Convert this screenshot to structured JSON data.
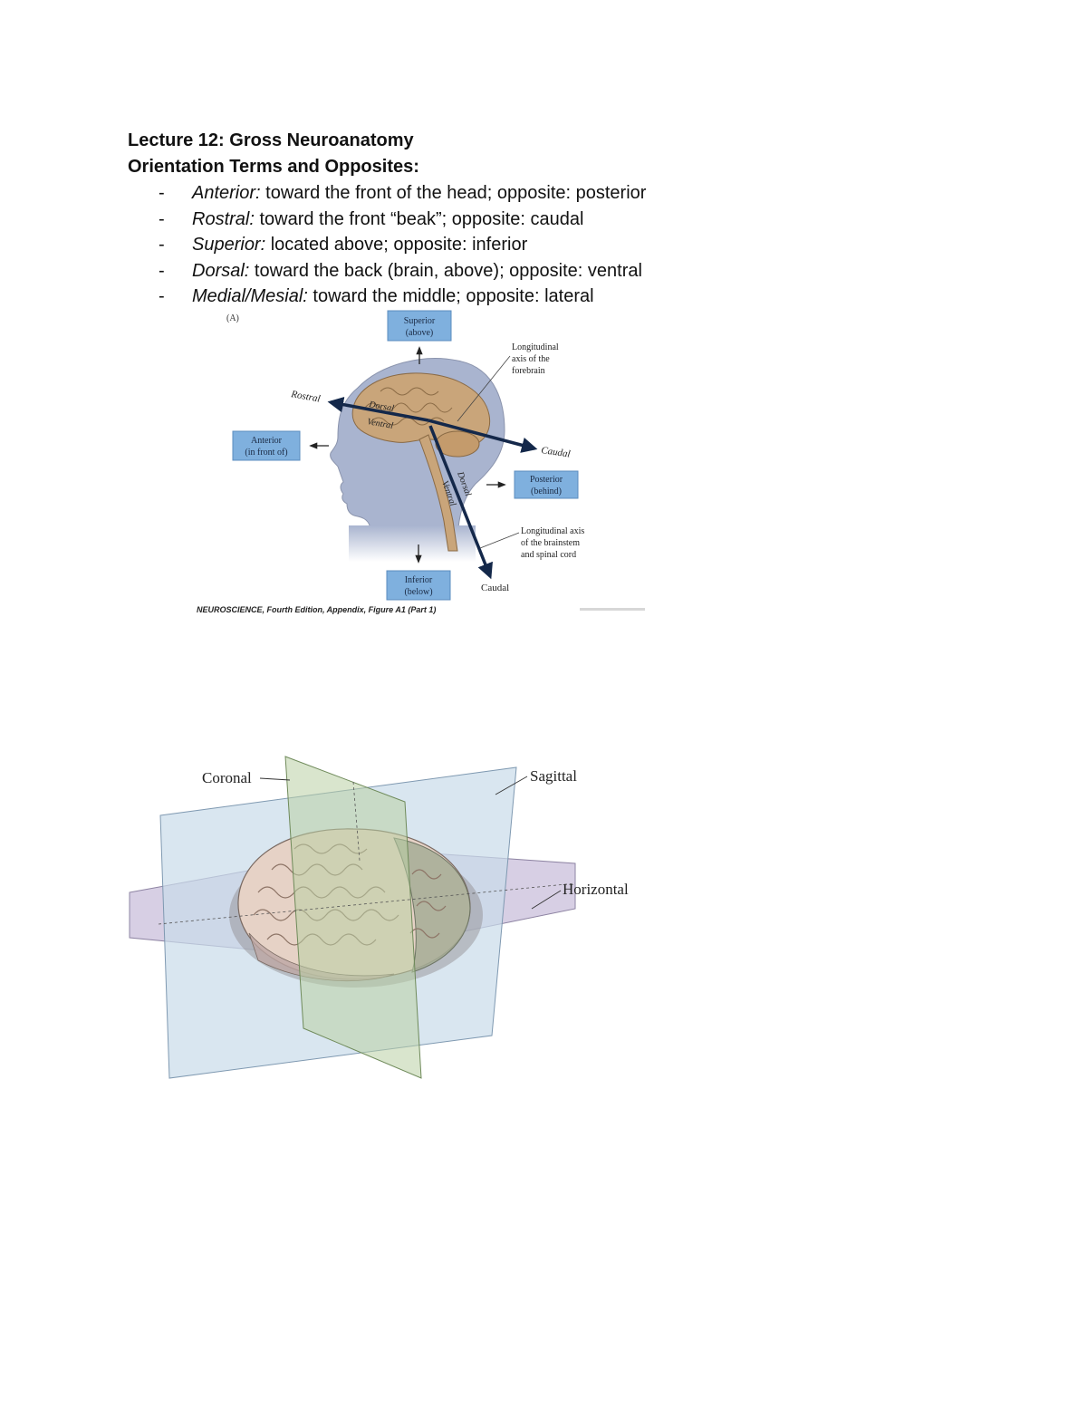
{
  "document": {
    "title": "Lecture 12: Gross Neuroanatomy",
    "subtitle": "Orientation Terms and Opposites:",
    "terms": [
      {
        "term": "Anterior:",
        "definition": "toward the front of the head; opposite: posterior"
      },
      {
        "term": "Rostral:",
        "definition": "toward the front “beak”; opposite: caudal"
      },
      {
        "term": "Superior:",
        "definition": "located above; opposite: inferior"
      },
      {
        "term": "Dorsal:",
        "definition": "toward the back (brain, above); opposite: ventral"
      },
      {
        "term": "Medial/Mesial:",
        "definition": "toward the middle; opposite: lateral"
      }
    ],
    "bullet": "-"
  },
  "figure1": {
    "panel": "(A)",
    "superior": [
      "Superior",
      "(above)"
    ],
    "anterior": [
      "Anterior",
      "(in front of)"
    ],
    "posterior": [
      "Posterior",
      "(behind)"
    ],
    "inferior": [
      "Inferior",
      "(below)"
    ],
    "rostral": "Rostral",
    "caudal_top": "Caudal",
    "caudal_bottom": "Caudal",
    "dorsal_top": "Dorsal",
    "ventral_top": "Ventral",
    "dorsal_stem": "Dorsal",
    "ventral_stem": "Ventral",
    "forebrain_axis": [
      "Longitudinal",
      "axis of the",
      "forebrain"
    ],
    "brainstem_axis": [
      "Longitudinal axis",
      "of the brainstem",
      "and spinal cord"
    ],
    "caption": "NEUROSCIENCE, Fourth Edition, Appendix, Figure A1 (Part 1)",
    "colors": {
      "box": "#7fb0de",
      "head": "#a9b4cf",
      "brain": "#c9a57a",
      "arrow": "#14284a"
    }
  },
  "figure2": {
    "coronal": "Coronal",
    "sagittal": "Sagittal",
    "horizontal": "Horizontal",
    "colors": {
      "coronal": "#b9cfa4",
      "sagittal": "#c9dcea",
      "horizontal": "#cdc3dd",
      "brain": "#e6d2c6"
    }
  }
}
